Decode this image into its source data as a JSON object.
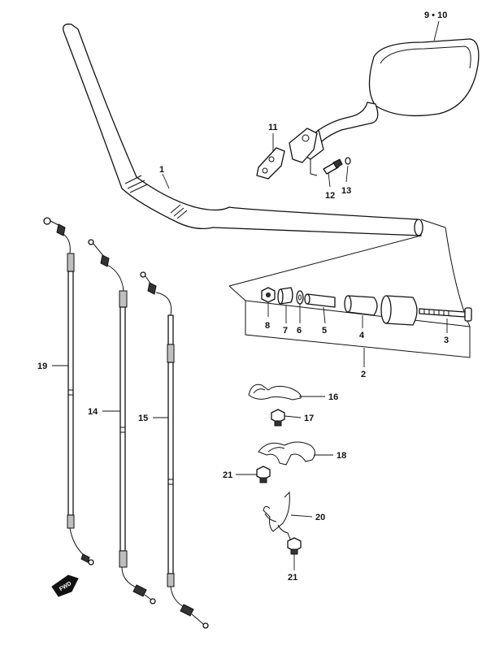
{
  "labels": {
    "p9_10": "9 • 10",
    "p11": "11",
    "p1": "1",
    "p12": "12",
    "p13": "13",
    "p8a": "8",
    "p7": "7",
    "p6": "6",
    "p5": "5",
    "p4": "4",
    "p3": "3",
    "p2": "2",
    "p16": "16",
    "p17": "17",
    "p18": "18",
    "p21a": "21",
    "p20": "20",
    "p21b": "21",
    "p19": "19",
    "p14": "14",
    "p15": "15"
  },
  "fwd_badge": "FWD"
}
